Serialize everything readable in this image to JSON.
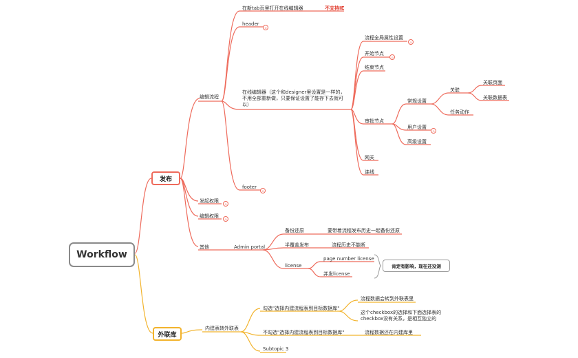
{
  "root": "Workflow",
  "publish": {
    "label": "发布",
    "edit_flow": {
      "label": "编辑流程",
      "new_tab": "在新tab页里打开在线编辑器",
      "no_ie": "不支持IE",
      "header": "header",
      "editor": "在线编辑器（这个和designer里设置是一样的，不用全部重新做，只要保证设置了能存下去就可以）",
      "global_attr": "流程全局属性设置",
      "start_node": "开始节点",
      "end_node": "结束节点",
      "approval_node": "审批节点",
      "normal_setting": "常规设置",
      "relation": "关联",
      "relate_page": "关联页面",
      "relate_data": "关联数据表",
      "task_action": "任务动作",
      "user_setting": "用户设置",
      "advanced_setting": "高级设置",
      "gateway": "网关",
      "connection": "连线",
      "footer": "footer"
    },
    "initiate_perm": "发起权限",
    "edit_perm": "编辑权限",
    "other": {
      "label": "其他",
      "admin_portal": "Admin portal",
      "backup": "备份还原",
      "backup_note": "要带着流程发布历史一起备份还原",
      "half_publish": "半覆盖发布",
      "half_note": "流程历史不能断",
      "license": "license",
      "page_license": "page number license",
      "concurrent_license": "并发license",
      "impact_note": "肯定有影响，现在还没测"
    }
  },
  "external": {
    "label": "外联库",
    "builtin_to_external": "内建表转外联表",
    "checked": "勾选\"选择内建流程表到目标数据库\"",
    "checked_result1": "流程数据会转到外联表里",
    "checked_result2": "这个checkbox的选择和下面选择表的checkbox没有关系，是相互独立的",
    "unchecked": "不勾选\"选择内建流程表到目标数据库\"",
    "unchecked_result": "流程数据还在内建库里",
    "subtopic": "Subtopic 3"
  },
  "colors": {
    "publish_branch": "#ee6a5b",
    "external_branch": "#f2b32c",
    "root_border": "#8a8a8a",
    "warning_text": "#e0392b"
  }
}
